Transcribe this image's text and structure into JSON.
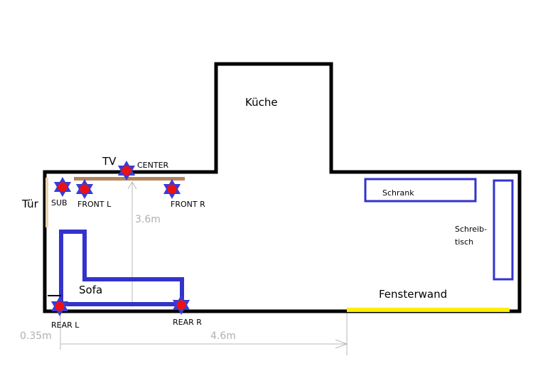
{
  "colors": {
    "wall": "#000000",
    "furniture": "#3333cc",
    "window": "#ffee00",
    "tv": "#b5835a",
    "door": "#e8d4b0",
    "speaker_star": "#3b3bd6",
    "speaker_dot": "#ee1111",
    "dimension": "#b0b0b0"
  },
  "rooms": {
    "kitchen": "Küche"
  },
  "fixtures": {
    "tv": "TV",
    "door": "Tür",
    "window_wall": "Fensterwand"
  },
  "furniture": {
    "sofa": "Sofa",
    "wardrobe": "Schrank",
    "desk_line1": "Schreib-",
    "desk_line2": "tisch"
  },
  "speakers": [
    {
      "id": "center",
      "label": "CENTER",
      "icon": "speaker-star-icon"
    },
    {
      "id": "sub",
      "label": "SUB",
      "icon": "speaker-star-icon"
    },
    {
      "id": "front-l",
      "label": "FRONT L",
      "icon": "speaker-star-icon"
    },
    {
      "id": "front-r",
      "label": "FRONT R",
      "icon": "speaker-star-icon"
    },
    {
      "id": "rear-l",
      "label": "REAR L",
      "icon": "speaker-star-icon"
    },
    {
      "id": "rear-r",
      "label": "REAR R",
      "icon": "speaker-star-icon"
    }
  ],
  "dimensions": {
    "depth": "3.6m",
    "offset": "0.35m",
    "width": "4.6m"
  }
}
